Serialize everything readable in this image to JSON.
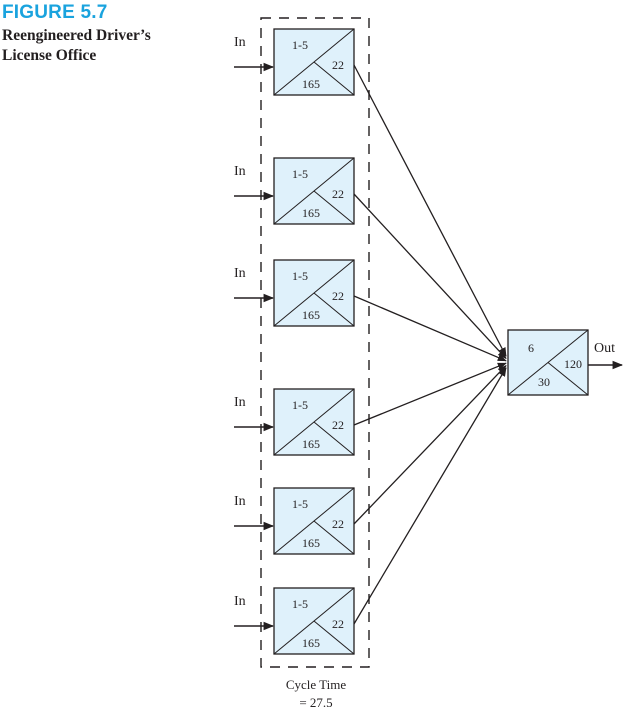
{
  "figure": {
    "number": "FIGURE 5.7",
    "title_line1": "Reengineered Driver’s",
    "title_line2": "License Office"
  },
  "stations": [
    {
      "input_label": "In",
      "task": "1-5",
      "time": "22",
      "cumulative": "165"
    },
    {
      "input_label": "In",
      "task": "1-5",
      "time": "22",
      "cumulative": "165"
    },
    {
      "input_label": "In",
      "task": "1-5",
      "time": "22",
      "cumulative": "165"
    },
    {
      "input_label": "In",
      "task": "1-5",
      "time": "22",
      "cumulative": "165"
    },
    {
      "input_label": "In",
      "task": "1-5",
      "time": "22",
      "cumulative": "165"
    },
    {
      "input_label": "In",
      "task": "1-5",
      "time": "22",
      "cumulative": "165"
    }
  ],
  "final_station": {
    "task": "6",
    "time": "120",
    "cumulative": "30",
    "output_label": "Out"
  },
  "cycle_time": {
    "line1": "Cycle Time",
    "line2": "= 27.5"
  },
  "colors": {
    "box_fill": "#dff1fb",
    "line": "#231f20",
    "accent": "#1aa3de"
  }
}
